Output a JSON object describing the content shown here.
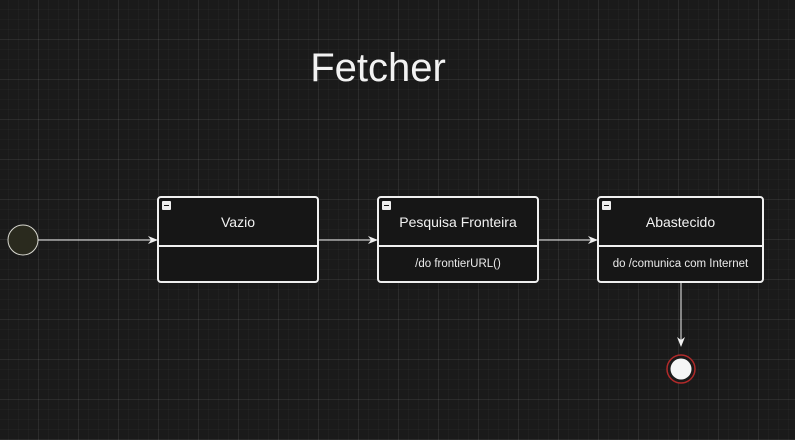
{
  "title": "Fetcher",
  "states": [
    {
      "name": "Vazio",
      "activity": ""
    },
    {
      "name": "Pesquisa Fronteira",
      "activity": "/do frontierURL()"
    },
    {
      "name": "Abastecido",
      "activity": "do /comunica com Internet"
    }
  ],
  "colors": {
    "background": "#1a1a1a",
    "stroke": "#f0f0f0",
    "initial_fill": "#2a2a1e",
    "final_ring": "#b02a2a"
  }
}
